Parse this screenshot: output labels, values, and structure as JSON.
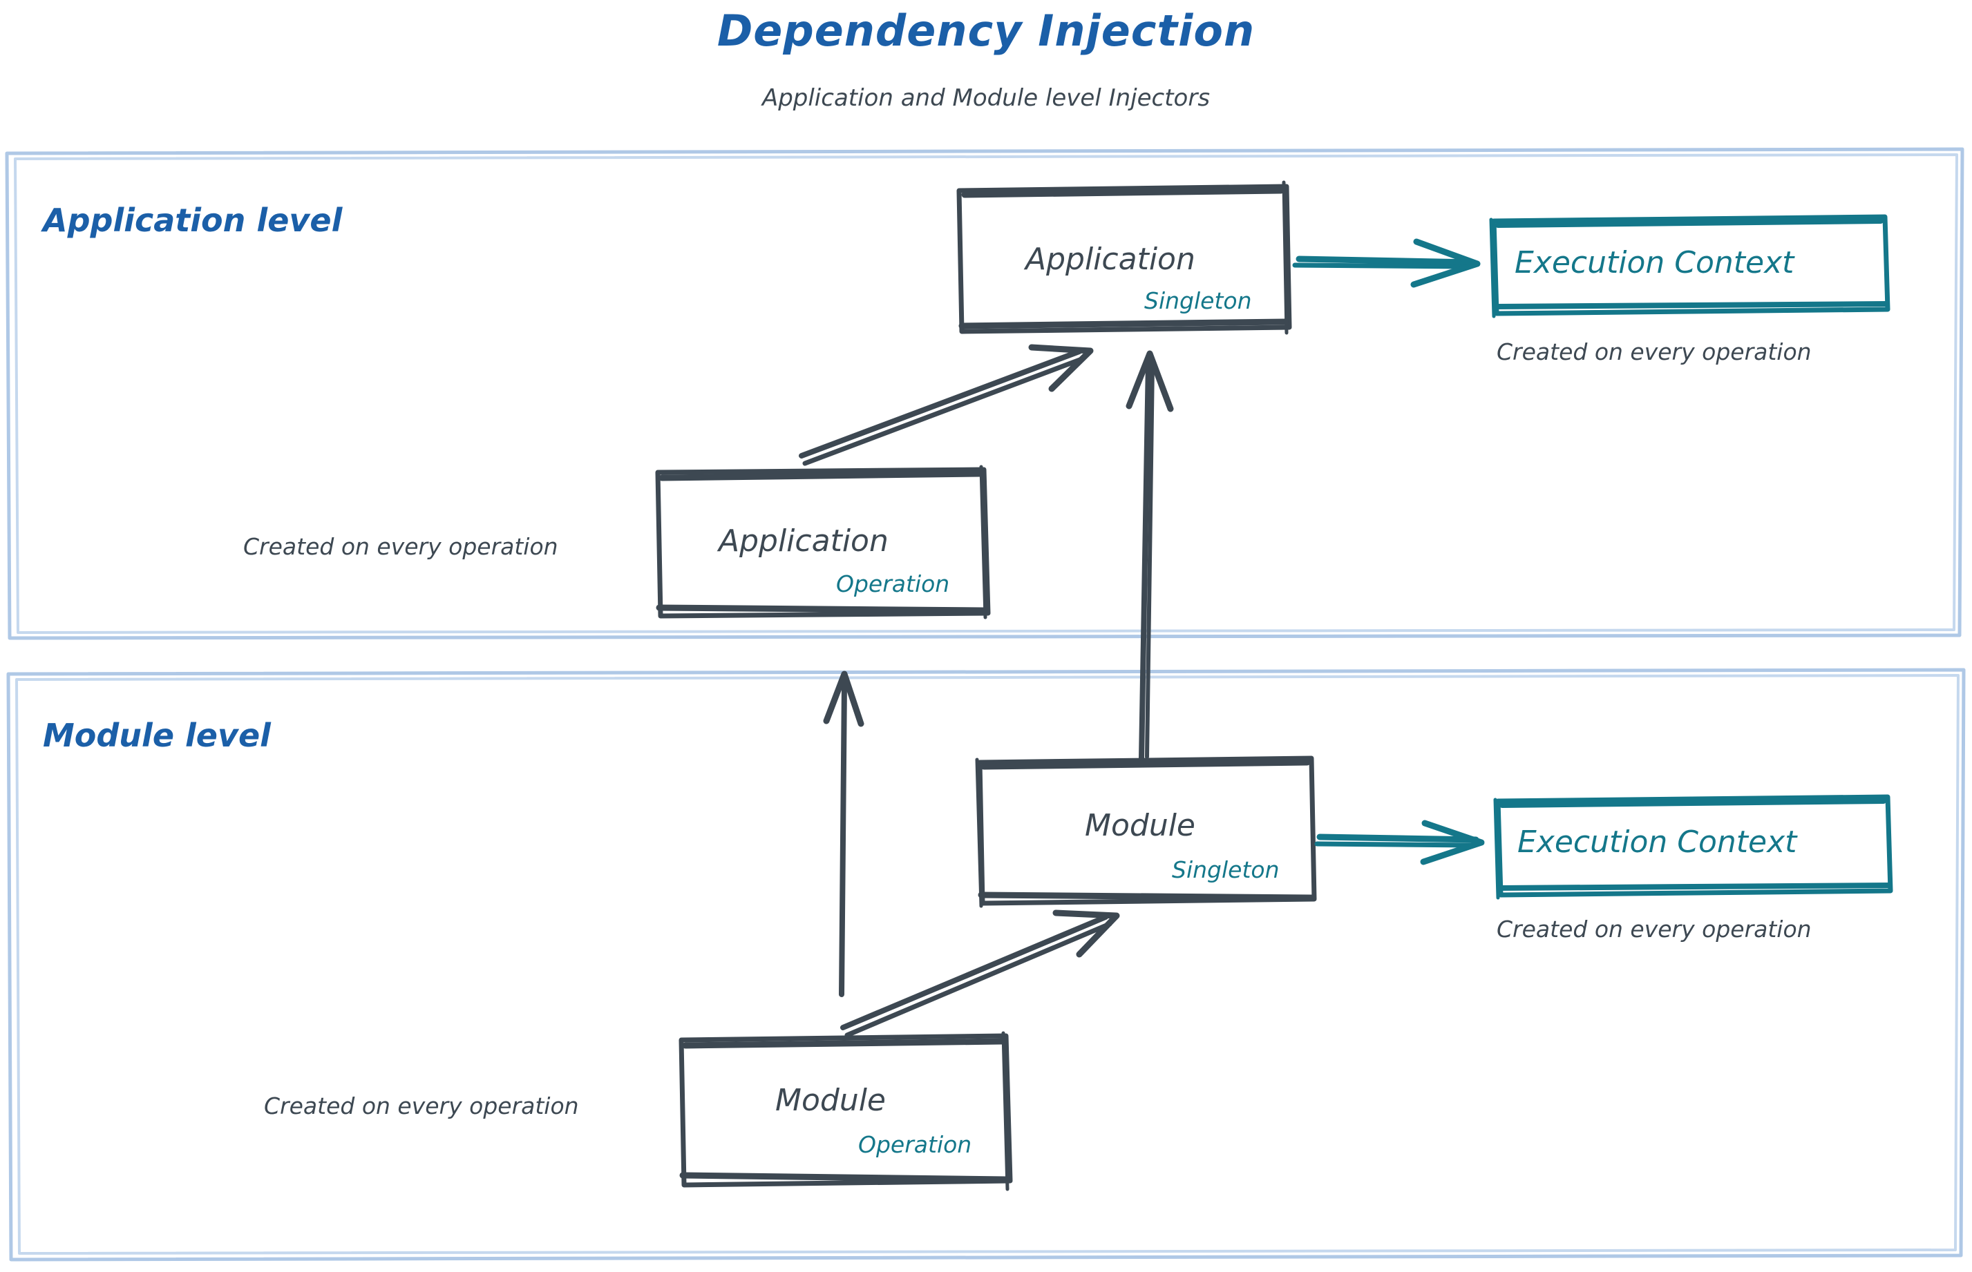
{
  "header": {
    "title": "Dependency Injection",
    "subtitle": "Application and Module level Injectors"
  },
  "colors": {
    "title_blue": "#1B5FA8",
    "container_border": "#AFC8E6",
    "ink_gray": "#3D4852",
    "accent_teal": "#14778A",
    "background": "#FFFFFF"
  },
  "sections": [
    {
      "id": "application-level",
      "label": "Application level",
      "nodes": [
        {
          "id": "application-singleton",
          "title": "Application",
          "scope": "Singleton"
        },
        {
          "id": "application-operation",
          "title": "Application",
          "scope": "Operation"
        },
        {
          "id": "execution-context-application",
          "title": "Execution Context",
          "scope": ""
        }
      ],
      "captions": [
        {
          "id": "caption-app-operation",
          "text": "Created on every operation"
        },
        {
          "id": "caption-app-execution-context",
          "text": "Created on every operation"
        }
      ]
    },
    {
      "id": "module-level",
      "label": "Module level",
      "nodes": [
        {
          "id": "module-singleton",
          "title": "Module",
          "scope": "Singleton"
        },
        {
          "id": "module-operation",
          "title": "Module",
          "scope": "Operation"
        },
        {
          "id": "execution-context-module",
          "title": "Execution Context",
          "scope": ""
        }
      ],
      "captions": [
        {
          "id": "caption-mod-operation",
          "text": "Created on every operation"
        },
        {
          "id": "caption-mod-execution-context",
          "text": "Created on every operation"
        }
      ]
    }
  ]
}
